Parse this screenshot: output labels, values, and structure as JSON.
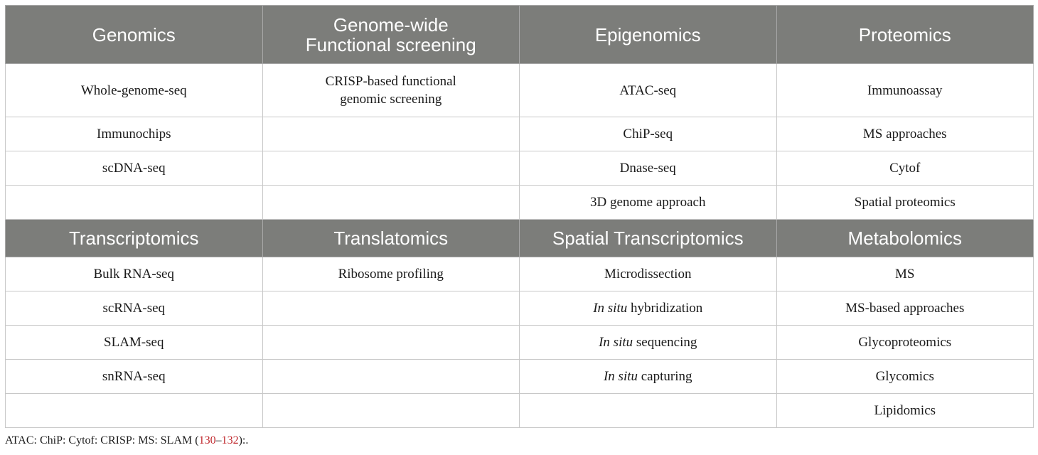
{
  "table": {
    "section1": {
      "headers": [
        {
          "lines": [
            "Genomics"
          ]
        },
        {
          "lines": [
            "Genome-wide",
            "Functional screening"
          ]
        },
        {
          "lines": [
            "Epigenomics"
          ]
        },
        {
          "lines": [
            "Proteomics"
          ]
        }
      ],
      "rows": [
        [
          {
            "text": "Whole-genome-seq"
          },
          {
            "lines": [
              "CRISP-based functional",
              "genomic screening"
            ]
          },
          {
            "text": "ATAC-seq"
          },
          {
            "text": "Immunoassay"
          }
        ],
        [
          {
            "text": "Immunochips"
          },
          {
            "text": ""
          },
          {
            "text": "ChiP-seq"
          },
          {
            "text": "MS approaches"
          }
        ],
        [
          {
            "text": "scDNA-seq"
          },
          {
            "text": ""
          },
          {
            "text": "Dnase-seq"
          },
          {
            "text": "Cytof"
          }
        ],
        [
          {
            "text": ""
          },
          {
            "text": ""
          },
          {
            "text": "3D genome approach"
          },
          {
            "text": "Spatial proteomics"
          }
        ]
      ]
    },
    "section2": {
      "headers": [
        {
          "lines": [
            "Transcriptomics"
          ]
        },
        {
          "lines": [
            "Translatomics"
          ]
        },
        {
          "lines": [
            "Spatial Transcriptomics"
          ]
        },
        {
          "lines": [
            "Metabolomics"
          ]
        }
      ],
      "rows": [
        [
          {
            "text": "Bulk RNA-seq"
          },
          {
            "text": "Ribosome profiling"
          },
          {
            "text": "Microdissection"
          },
          {
            "text": "MS"
          }
        ],
        [
          {
            "text": "scRNA-seq"
          },
          {
            "text": ""
          },
          {
            "italic": "In situ",
            "rest": " hybridization"
          },
          {
            "text": "MS-based approaches"
          }
        ],
        [
          {
            "text": "SLAM-seq"
          },
          {
            "text": ""
          },
          {
            "italic": "In situ",
            "rest": " sequencing"
          },
          {
            "text": "Glycoproteomics"
          }
        ],
        [
          {
            "text": "snRNA-seq"
          },
          {
            "text": ""
          },
          {
            "italic": "In situ",
            "rest": " capturing"
          },
          {
            "text": "Glycomics"
          }
        ],
        [
          {
            "text": ""
          },
          {
            "text": ""
          },
          {
            "text": ""
          },
          {
            "text": "Lipidomics"
          }
        ]
      ]
    }
  },
  "footnote": {
    "prefix": "ATAC: ChiP: Cytof: CRISP: MS: SLAM (",
    "ref_start": "130",
    "dash": "–",
    "ref_end": "132",
    "suffix": "):."
  }
}
